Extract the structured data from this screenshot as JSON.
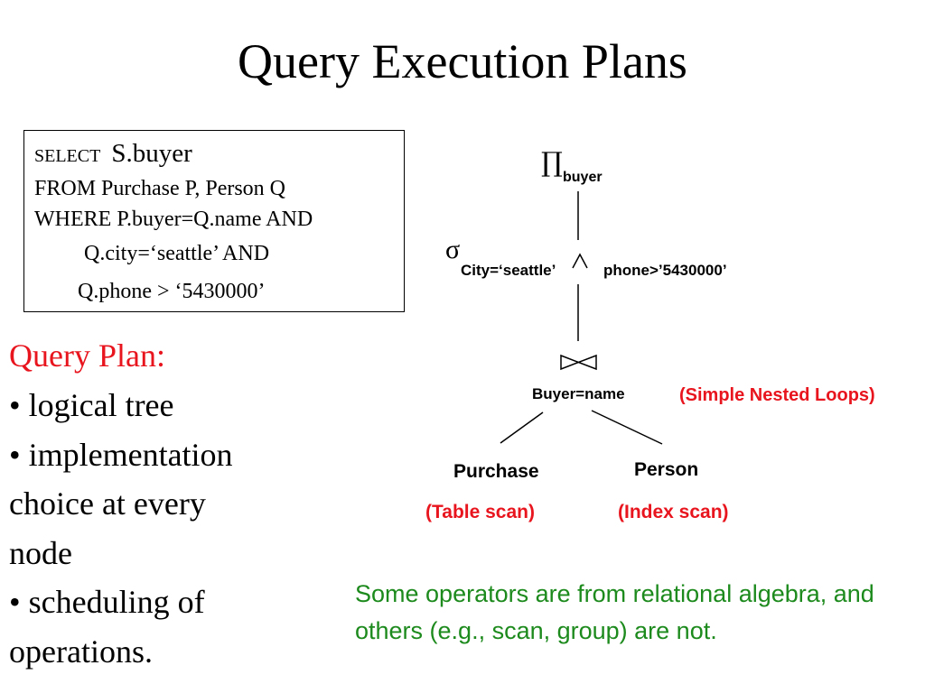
{
  "title": "Query Execution Plans",
  "sql": {
    "line1_kw": "SELECT",
    "line1_rest": "S.buyer",
    "line2": "FROM Purchase P, Person Q",
    "line3": "WHERE P.buyer=Q.name AND",
    "line4": "Q.city=‘seattle’ AND",
    "line5": "Q.phone > ‘5430000’"
  },
  "query_plan": {
    "heading": "Query Plan:",
    "lines": [
      "• logical tree",
      "• implementation",
      "choice at every",
      "node",
      "• scheduling of",
      "operations."
    ]
  },
  "tree": {
    "projection_symbol": "∏",
    "projection_sub": "buyer",
    "selection_symbol": "σ",
    "selection_cond_left": "City=‘seattle’",
    "selection_and": "∧",
    "selection_cond_right": "phone>’5430000’",
    "join_label": "Buyer=name",
    "join_impl": "(Simple Nested Loops)",
    "left_leaf": "Purchase",
    "left_impl": "(Table scan)",
    "right_leaf": "Person",
    "right_impl": "(Index scan)"
  },
  "note": "Some operators are from relational algebra, and others (e.g., scan, group) are not.",
  "colors": {
    "red": "#e8151e",
    "green": "#1d8a1d"
  }
}
